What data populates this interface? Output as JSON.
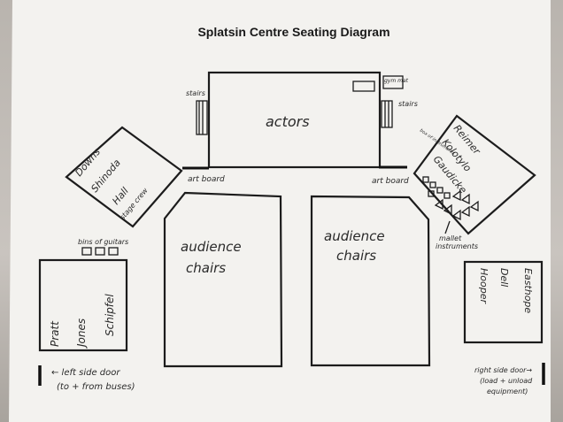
{
  "title": "Splatsin Centre Seating Diagram",
  "stage": {
    "label": "actors",
    "stairs_left": "stairs",
    "stairs_right": "stairs",
    "gym_label": "gym mat"
  },
  "left_corner": {
    "names": [
      "Downs",
      "Shinoda",
      "Hall"
    ],
    "crew": "stage crew"
  },
  "right_corner": {
    "names": [
      "Reimer",
      "Kolotylo",
      "Gaudicke"
    ],
    "box_label": "box of instruments"
  },
  "art_board_left": "art board",
  "art_board_right": "art board",
  "audience_left": [
    "audience",
    "chairs"
  ],
  "audience_right": [
    "audience",
    "chairs"
  ],
  "bins_label": "bins of guitars",
  "mallet_label": [
    "mallet",
    "instruments"
  ],
  "left_box_names": [
    "Pratt",
    "Jones",
    "Schipfel"
  ],
  "right_box_names": [
    "Easthope",
    "Dell",
    "Hooper"
  ],
  "left_door": [
    "← left side door",
    "(to + from buses)"
  ],
  "right_door": [
    "right side door→",
    "(load + unload",
    "equipment)"
  ]
}
